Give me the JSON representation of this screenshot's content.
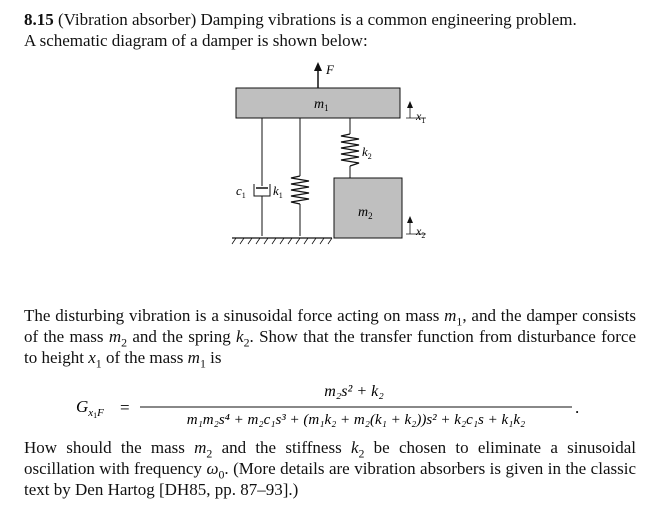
{
  "problem": {
    "number": "8.15",
    "title_paren": "(Vibration absorber)",
    "intro_part1": "Damping vibrations is a common engineering problem.",
    "intro_part2": "A schematic diagram of a damper is shown below:"
  },
  "diagram": {
    "force_label": "F",
    "mass1_label": "m",
    "mass1_sub": "1",
    "mass2_label": "m",
    "mass2_sub": "2",
    "damper_label": "c",
    "damper_sub": "1",
    "spring1_label": "k",
    "spring1_sub": "1",
    "spring2_label": "k",
    "spring2_sub": "2",
    "x1_label": "x",
    "x1_sub": "1",
    "x2_label": "x",
    "x2_sub": "2",
    "colors": {
      "mass_fill": "#bfbfbf",
      "line": "#111111",
      "ground": "#111111"
    }
  },
  "paragraph2": {
    "t1": "The disturbing vibration is a sinusoidal force acting on mass",
    "t2": ", and the damper consists of the mass",
    "t3": "and the spring",
    "t4": ". Show that the transfer function from disturbance force to height",
    "t5": "of the mass",
    "t6": "is"
  },
  "equation": {
    "lhs": "G",
    "lhs_sub": "x",
    "lhs_sub2": "1",
    "lhs_sub3": "F",
    "equals": "=",
    "numerator": "m₂s² + k₂",
    "denominator": "m₁m₂s⁴ + m₂c₁s³ + (m₁k₂ + m₂(k₁ + k₂))s² + k₂c₁s + k₁k₂",
    "end": "."
  },
  "paragraph3": {
    "t1": "How should the mass",
    "t2": "and the stiffness",
    "t3": "be chosen to eliminate a sinusoidal oscillation with frequency",
    "t4": ". (More details are vibration absorbers is given in the classic text by Den Hartog [DH85, pp. 87–93].)"
  },
  "symbols": {
    "m1": "m",
    "m1_sub": "1",
    "m2": "m",
    "m2_sub": "2",
    "k2": "k",
    "k2_sub": "2",
    "x1": "x",
    "x1_sub": "1",
    "omega0": "ω",
    "omega0_sub": "0"
  }
}
